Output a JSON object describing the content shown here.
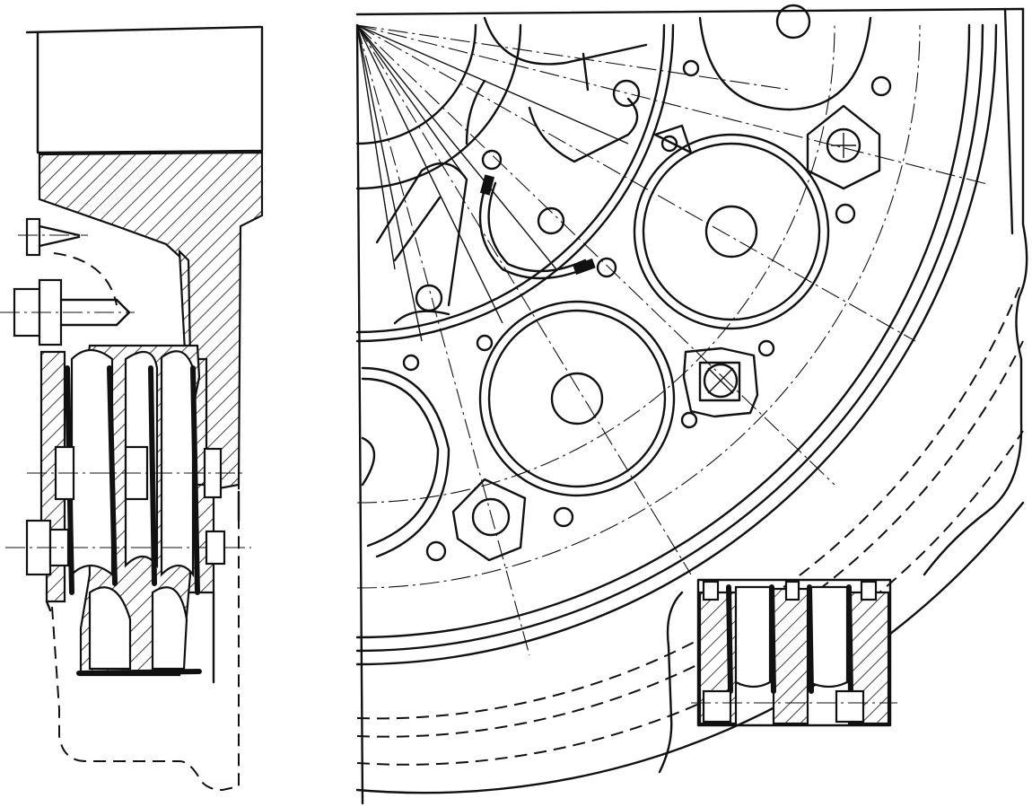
{
  "figure": {
    "views": [
      "side-section",
      "face-quarter-view",
      "detail-section"
    ]
  }
}
